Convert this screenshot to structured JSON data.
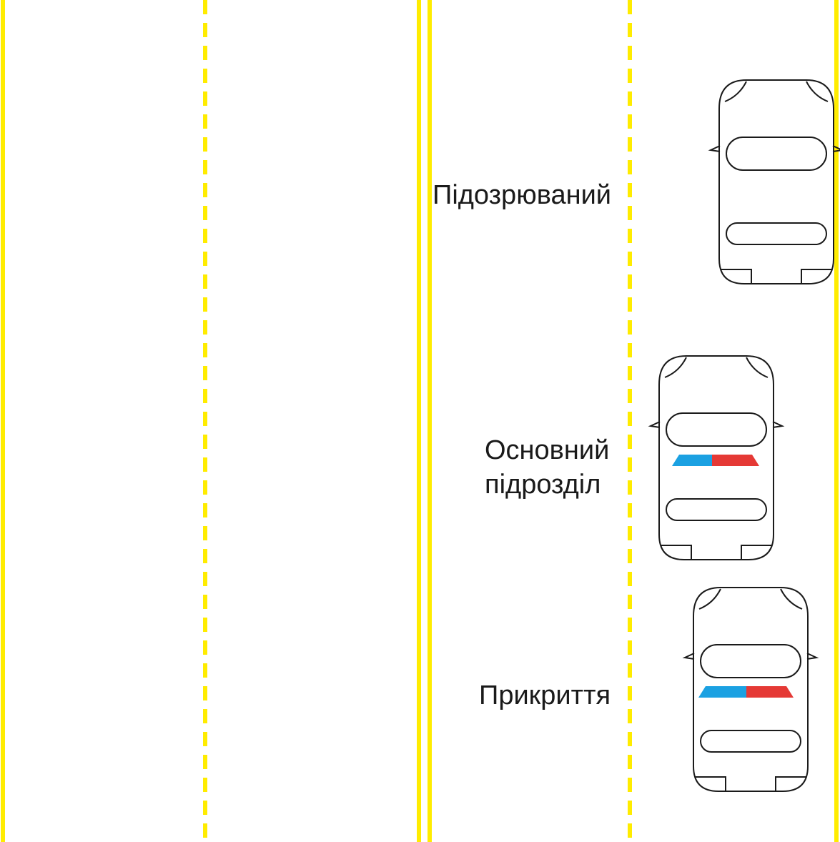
{
  "colors": {
    "road_marking": "#ffec00",
    "siren_blue": "#1ba1e2",
    "siren_red": "#e53935",
    "car_outline": "#1a1a1a",
    "background": "#ffffff"
  },
  "labels": {
    "suspect": "Підозрюваний",
    "main_unit_line1": "Основний",
    "main_unit_line2": "підрозділ",
    "cover": "Прикриття"
  }
}
